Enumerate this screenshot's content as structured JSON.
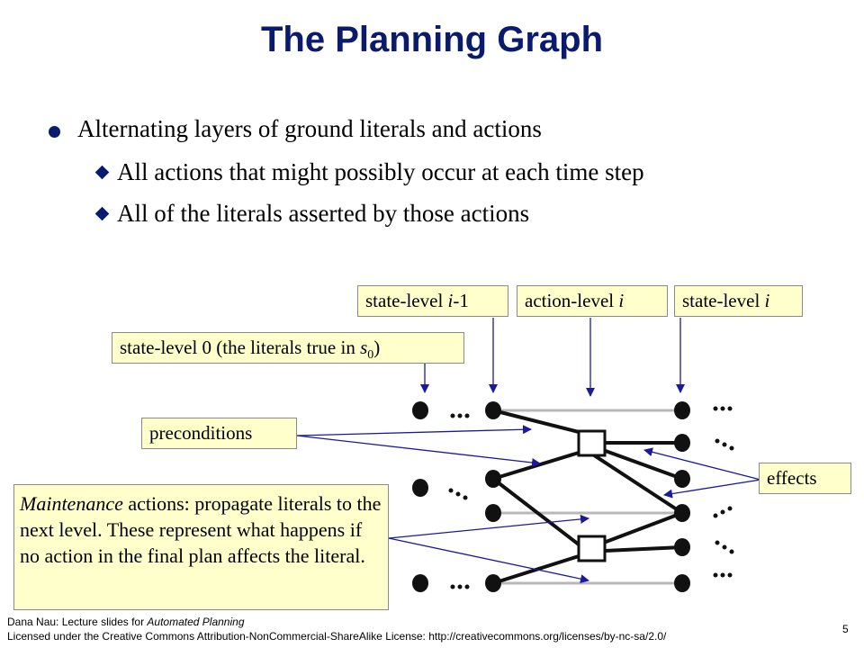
{
  "title": "The Planning Graph",
  "bullets": {
    "main": "Alternating layers of ground literals and actions",
    "sub1": "All actions that might possibly occur at each time step",
    "sub2": "All of the literals asserted by those actions"
  },
  "labels": {
    "state_prev_prefix": "state-level ",
    "state_prev_var": "i",
    "state_prev_suffix": "-1",
    "action_prefix": "action-level ",
    "action_var": "i",
    "state_cur_prefix": "state-level ",
    "state_cur_var": "i",
    "state0_prefix": "state-level 0 (the literals true in ",
    "state0_var": "s",
    "state0_sub": "0",
    "state0_suffix": ")",
    "preconditions": "preconditions",
    "effects": "effects",
    "maint_italic": "Maintenance",
    "maint_rest": " actions: propagate literals to the next level. These represent what happens if no action in the final plan affects the literal."
  },
  "footer": {
    "line1_prefix": "Dana Nau: Lecture slides for ",
    "line1_italic": "Automated Planning",
    "line2": "Licensed under the Creative Commons Attribution-NonCommercial-ShareAlike License: http://creativecommons.org/licenses/by-nc-sa/2.0/"
  },
  "page_number": "5",
  "colors": {
    "title": "#0a1b6e",
    "callout_bg": "#ffffcc",
    "arrow": "#1a1a9a"
  }
}
